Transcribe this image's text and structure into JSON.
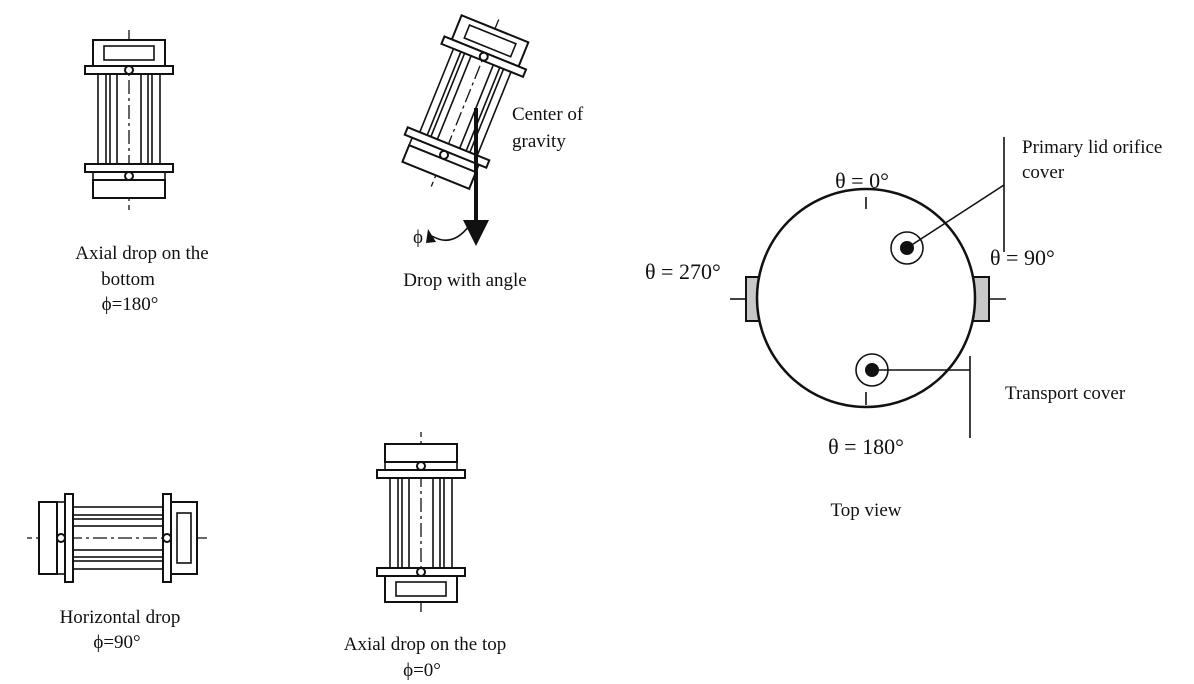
{
  "drops": {
    "bottom": {
      "title_line1": "Axial drop on the",
      "title_line2": "bottom",
      "angle": "ϕ=180°"
    },
    "angle": {
      "title": "Drop with angle",
      "gravity_line1": "Center of",
      "gravity_line2": "gravity",
      "phi": "ϕ"
    },
    "horizontal": {
      "title": "Horizontal drop",
      "angle": "ϕ=90°"
    },
    "top": {
      "title": "Axial drop on the top",
      "angle": "ϕ=0°"
    }
  },
  "top_view": {
    "title": "Top view",
    "theta_0": "θ = 0°",
    "theta_90": "θ = 90°",
    "theta_180": "θ = 180°",
    "theta_270": "θ = 270°",
    "primary_line1": "Primary lid orifice",
    "primary_line2": "cover",
    "transport": "Transport cover"
  },
  "colors": {
    "ink": "#111111",
    "trunnion_fill": "#c8c8c8"
  }
}
